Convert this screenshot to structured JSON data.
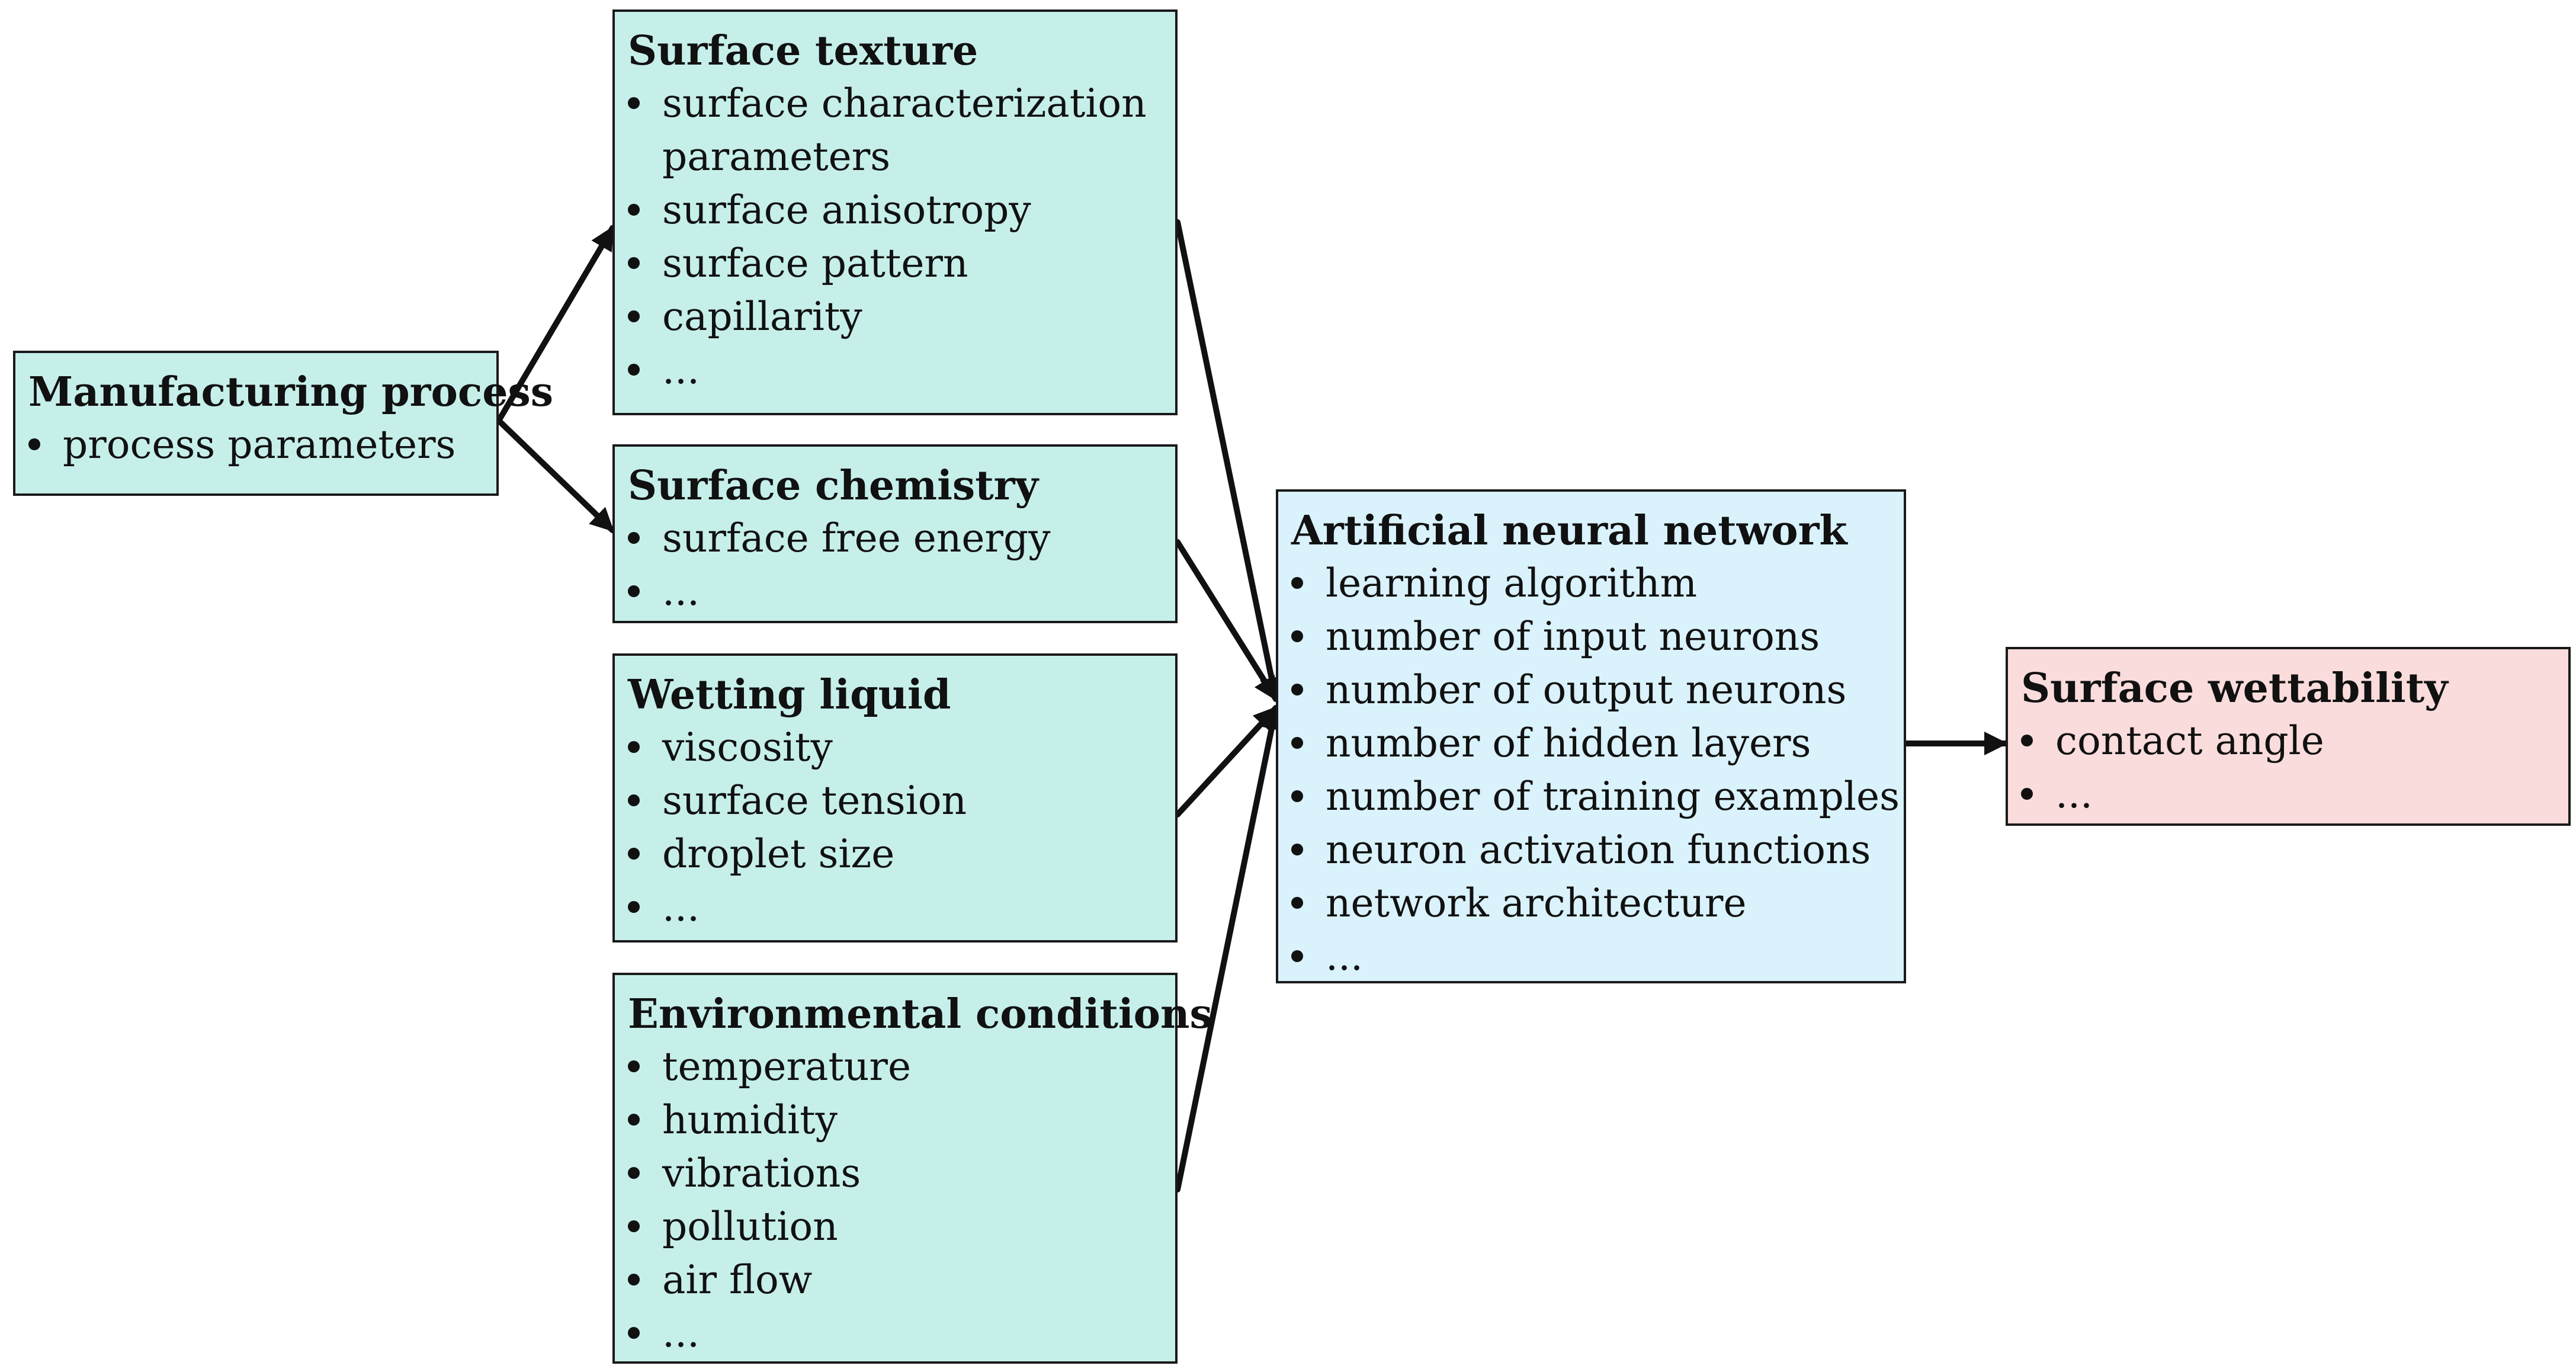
{
  "colors": {
    "input_fill": "#c6efea",
    "ann_fill": "#d9f2fc",
    "output_fill": "#f9dcdb",
    "border": "#1a1a1a",
    "arrow": "#111111"
  },
  "nodes": {
    "manufacturing": {
      "title": "Manufacturing process",
      "items": [
        "process parameters"
      ]
    },
    "texture": {
      "title": "Surface texture",
      "items": [
        "surface characterization parameters",
        "surface anisotropy",
        "surface pattern",
        "capillarity",
        "..."
      ]
    },
    "chemistry": {
      "title": "Surface chemistry",
      "items": [
        "surface free energy",
        "..."
      ]
    },
    "liquid": {
      "title": "Wetting liquid",
      "items": [
        "viscosity",
        "surface tension",
        "droplet size",
        "..."
      ]
    },
    "environment": {
      "title": "Environmental conditions",
      "items": [
        "temperature",
        "humidity",
        "vibrations",
        "pollution",
        "air flow",
        "..."
      ]
    },
    "ann": {
      "title": "Artificial neural network",
      "items": [
        "learning algorithm",
        "number of input neurons",
        "number of output neurons",
        "number of hidden layers",
        "number of training examples",
        "neuron activation functions",
        "network architecture",
        "..."
      ]
    },
    "wettability": {
      "title": "Surface wettability",
      "items": [
        "contact angle",
        "..."
      ]
    }
  },
  "edges": [
    {
      "from": "manufacturing",
      "to": "texture"
    },
    {
      "from": "manufacturing",
      "to": "chemistry"
    },
    {
      "from": "texture",
      "to": "ann"
    },
    {
      "from": "chemistry",
      "to": "ann"
    },
    {
      "from": "liquid",
      "to": "ann"
    },
    {
      "from": "environment",
      "to": "ann"
    },
    {
      "from": "ann",
      "to": "wettability"
    }
  ]
}
